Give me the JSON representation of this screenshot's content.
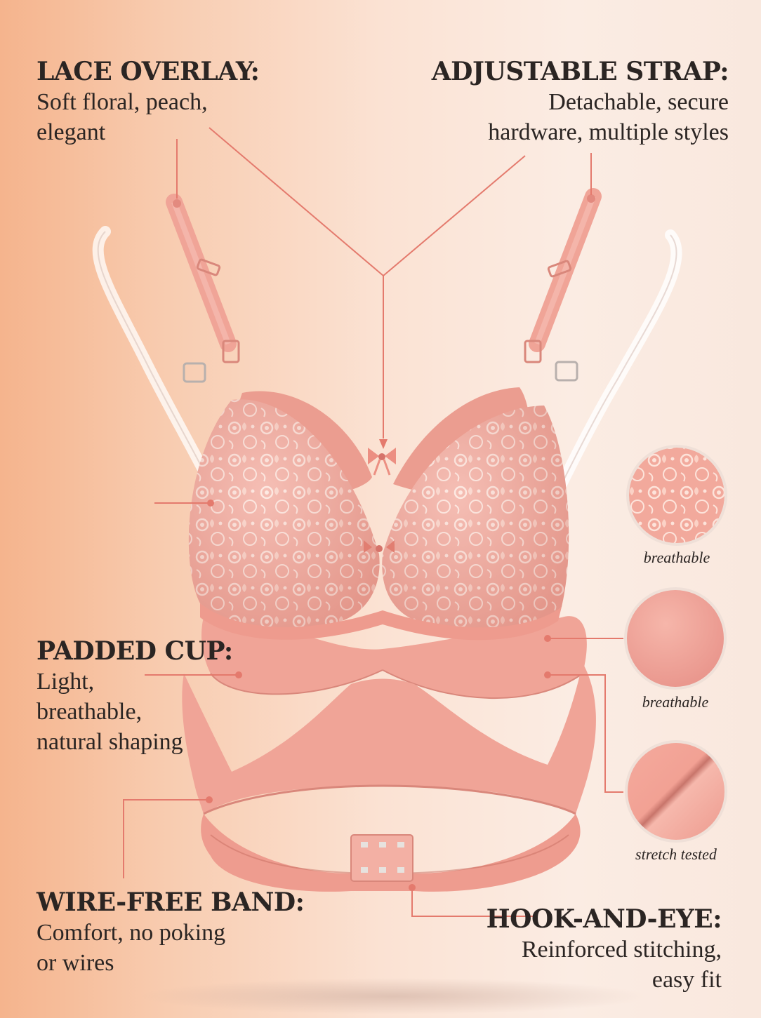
{
  "callouts": {
    "lace": {
      "title": "LACE OVERLAY:",
      "lines": [
        "Soft floral, peach,",
        "elegant"
      ]
    },
    "strap": {
      "title": "ADJUSTABLE STRAP:",
      "lines": [
        "Detachable, secure",
        "hardware, multiple styles"
      ]
    },
    "padded": {
      "title": "PADDED CUP:",
      "lines": [
        "Light,",
        "breathable,",
        "natural shaping"
      ]
    },
    "band": {
      "title": "WIRE-FREE BAND:",
      "lines": [
        "Comfort, no poking",
        "or wires"
      ]
    },
    "hook": {
      "title": "HOOK-AND-EYE:",
      "lines": [
        "Reinforced stitching,",
        "easy fit"
      ]
    }
  },
  "swatches": [
    {
      "label": "breathable",
      "texture": "lace"
    },
    {
      "label": "breathable",
      "texture": "smooth"
    },
    {
      "label": "stretch tested",
      "texture": "fold"
    }
  ],
  "colors": {
    "leader": "#e47a6d",
    "fabric": "#f0a497",
    "fabric_dark": "#df8a7e",
    "fabric_light": "#f7c2b7",
    "lace": "#fbd9cf",
    "text": "#2b2523"
  }
}
